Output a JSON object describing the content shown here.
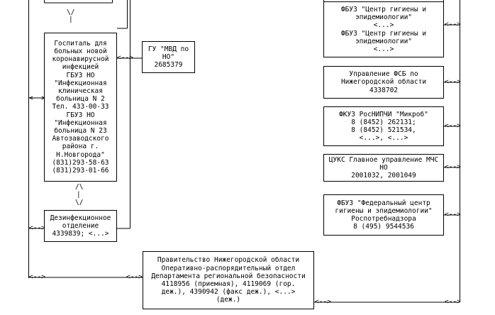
{
  "nodes": {
    "hospital": {
      "lines": [
        "Госпиталь для",
        "больных новой",
        "коронавирусной",
        "инфекцией",
        "ГБУЗ НО",
        "\"Инфекционная",
        "клиническая",
        "больница N 2",
        "Тел. 433-00-33",
        "ГБУЗ НО",
        "\"Инфекционная",
        "больница N 23",
        "Автозаводского",
        "района г.",
        "Н.Новгорода\"",
        "(831)293-58-63",
        "(831)293-01-66"
      ]
    },
    "mvd": {
      "lines": [
        "ГУ \"МВД по",
        "НО\"",
        "2685379"
      ]
    },
    "disinfection": {
      "lines": [
        "Дезинфекционное",
        "отделение",
        "4339839; <...>"
      ]
    },
    "fbuz_hygiene": {
      "lines": [
        "ФБУЗ \"Центр гигиены и",
        "эпидемиологии\"",
        "<...>",
        "ФБУЗ \"Центр гигиены и",
        "эпидемиологии\"",
        "<...>"
      ]
    },
    "fsb": {
      "lines": [
        "Управление ФСБ по",
        "Нижегородской области",
        "4338702"
      ]
    },
    "mikrob": {
      "lines": [
        "ФКУЗ РосНИПЧИ \"Микроб\"",
        "8 (8452) 262131;",
        "8 (8452) 521534,",
        "<...>, <...>"
      ]
    },
    "mchs": {
      "lines": [
        "ЦУКС Главное управление МЧС",
        "НО",
        "2001032, 2001049"
      ]
    },
    "fbuz_federal": {
      "lines": [
        "ФБУЗ \"Федеральный центр",
        "гигиены и эпидемиологии\"",
        "Роспотребнадзора",
        "8 (495) 9544536"
      ]
    },
    "government": {
      "lines": [
        "Правительство Нижегородской области",
        "Оперативно-распорядительный отдел",
        "Департамента региональной безопасности",
        "4118956 (приемная), 4119069 (гор.",
        "деж.), 4390942 (факс деж.), <...>",
        "(деж.)"
      ]
    }
  },
  "connectors": {
    "bidir": "<-->",
    "down_arrow_v": "\\/",
    "down_arrow_bar": "|",
    "updown_top": "/\\",
    "updown_bar": "|",
    "updown_bottom": "\\/"
  }
}
